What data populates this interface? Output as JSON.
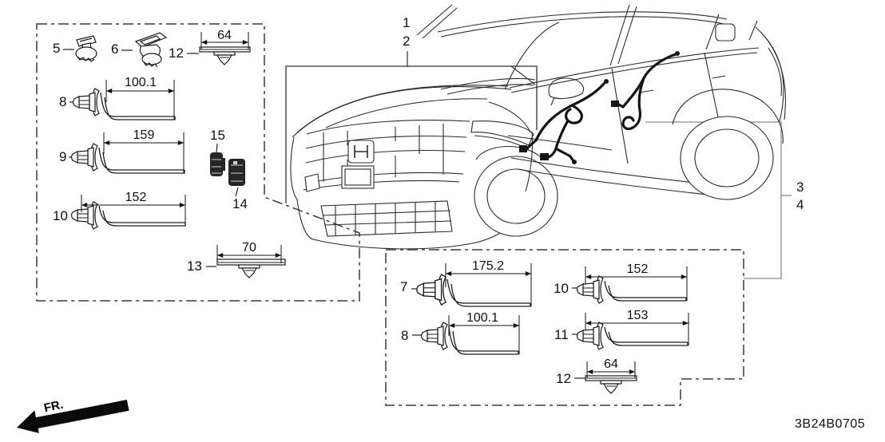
{
  "diagram": {
    "code": "3B24B0705",
    "front_marker": "FR."
  },
  "callouts": {
    "n1": "1",
    "n2": "2",
    "n3": "3",
    "n4": "4",
    "n5": "5",
    "n6": "6",
    "n7": "7",
    "n8": "8",
    "n9": "9",
    "n10": "10",
    "n11": "11",
    "n12": "12",
    "n13": "13",
    "n14": "14",
    "n15": "15"
  },
  "dimensions": {
    "left_64": "64",
    "left_100_1": "100.1",
    "left_159": "159",
    "left_152": "152",
    "left_70": "70",
    "bottom_175_2": "175.2",
    "bottom_100_1": "100.1",
    "bottom_152": "152",
    "bottom_153": "153",
    "bottom_64": "64"
  }
}
